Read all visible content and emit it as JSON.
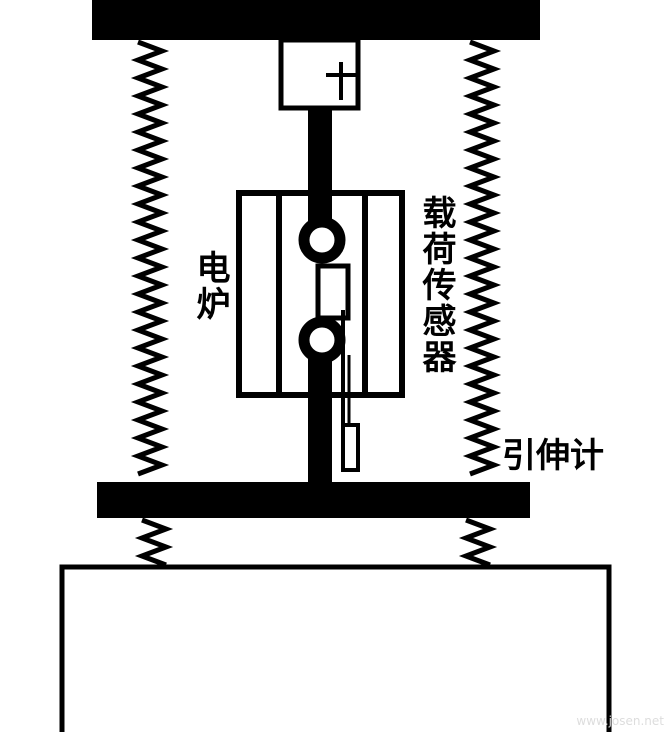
{
  "labels": {
    "furnace": "电炉",
    "load_sensor": "载荷传感器",
    "extensometer": "引伸计"
  },
  "watermark": "www.josen.net",
  "colors": {
    "ink": "#000000",
    "paper": "#ffffff"
  }
}
